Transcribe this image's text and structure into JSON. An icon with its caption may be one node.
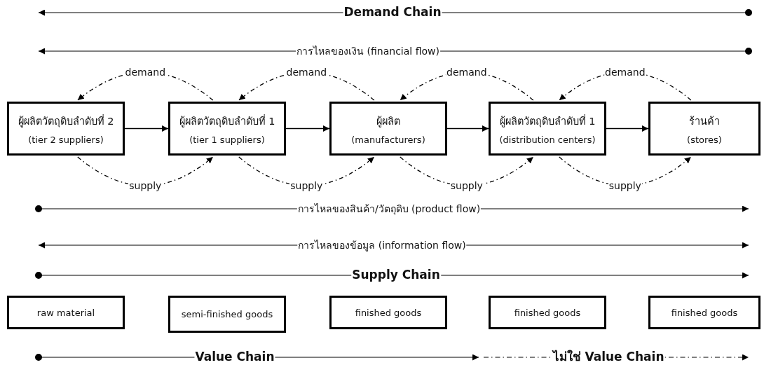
{
  "diagram": {
    "nodes": [
      {
        "text": [
          "ผู้ผลิตวัตถุดิบลำดับที่ 2",
          "(tier 2 suppliers)"
        ]
      },
      {
        "text": [
          "ผู้ผลิตวัตถุดิบลำดับที่ 1",
          "(tier 1 suppliers)"
        ]
      },
      {
        "text": [
          "ผู้ผลิต",
          "(manufacturers)"
        ]
      },
      {
        "text": [
          "ผู้ผลิตวัตถุดิบลำดับที่ 1",
          "(distribution centers)"
        ]
      },
      {
        "text": [
          "ร้านค้า",
          "(stores)"
        ]
      },
      {
        "text": [
          "raw material"
        ]
      },
      {
        "text": [
          "semi-finished goods"
        ]
      },
      {
        "text": [
          "finished goods"
        ]
      },
      {
        "text": [
          "finished goods"
        ]
      },
      {
        "text": [
          "finished goods"
        ]
      }
    ],
    "edges": [
      {
        "from": 0,
        "to": 1,
        "arrow": "to"
      },
      {
        "from": 1,
        "to": 2,
        "arrow": "to"
      },
      {
        "from": 2,
        "to": 3,
        "arrow": "to"
      },
      {
        "from": 3,
        "to": 4,
        "arrow": "to"
      },
      {
        "from": 1,
        "to": 0,
        "arrow": "to",
        "label": "demand",
        "style": "dashed"
      },
      {
        "from": 2,
        "to": 1,
        "arrow": "to",
        "label": "demand",
        "style": "dashed"
      },
      {
        "from": 3,
        "to": 2,
        "arrow": "to",
        "label": "demand",
        "style": "dashed"
      },
      {
        "from": 4,
        "to": 3,
        "arrow": "to",
        "label": "demand",
        "style": "dashed"
      },
      {
        "from": 0,
        "to": 1,
        "arrow": "to",
        "label": "supply",
        "style": "dashed"
      },
      {
        "from": 1,
        "to": 2,
        "arrow": "to",
        "label": "supply",
        "style": "dashed"
      },
      {
        "from": 2,
        "to": 3,
        "arrow": "to",
        "label": "supply",
        "style": "dashed"
      },
      {
        "from": 3,
        "to": 4,
        "arrow": "to",
        "label": "supply",
        "style": "dashed"
      }
    ],
    "labels": [
      "Demand Chain",
      "การไหลของเงิน (financial flow)",
      "การไหลของสินค้า/วัตถุดิบ (product flow)",
      "การไหลของข้อมูล (information flow)",
      "Supply Chain",
      "Value Chain",
      "ไม่ใช่ Value Chain"
    ]
  }
}
